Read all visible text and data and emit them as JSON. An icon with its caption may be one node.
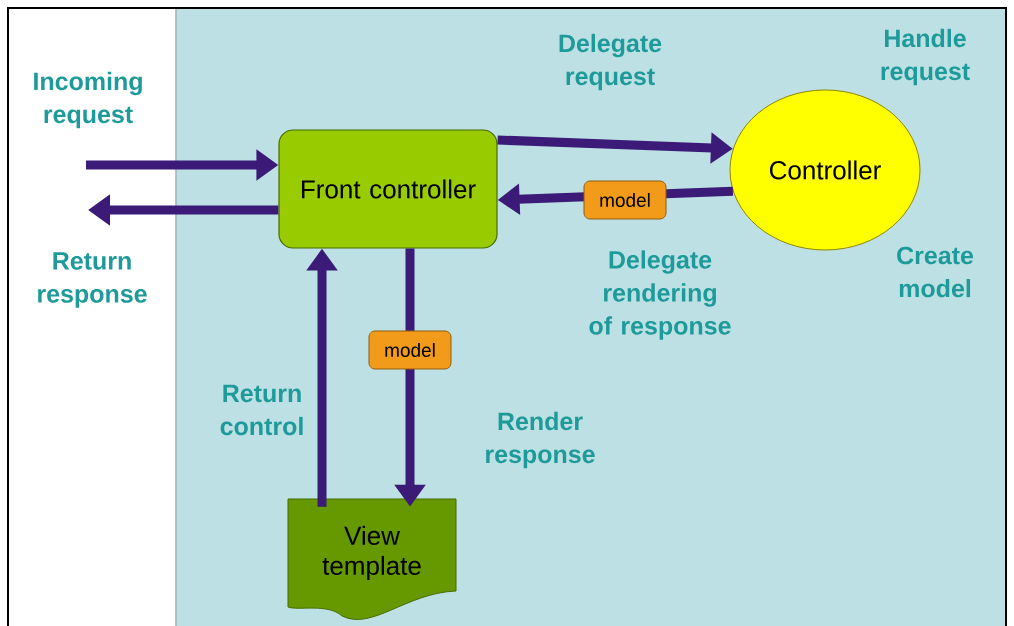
{
  "diagram": {
    "nodes": [
      {
        "text": [
          "Front controller"
        ]
      },
      {
        "text": [
          "Controller"
        ]
      },
      {
        "text": [
          "View template"
        ]
      }
    ],
    "edges": [
      {
        "from": null,
        "to": 0,
        "arrow": "to"
      },
      {
        "from": 0,
        "to": null,
        "arrow": "to"
      },
      {
        "from": 0,
        "to": 1,
        "arrow": "to"
      },
      {
        "from": 1,
        "to": 0,
        "arrow": "to",
        "label": "model"
      },
      {
        "from": 0,
        "to": 2,
        "arrow": "to",
        "label": "model"
      },
      {
        "from": 2,
        "to": 0,
        "arrow": "to"
      }
    ],
    "labels": [
      "Delegate request",
      "Handle request",
      "Incoming request",
      "Return response",
      "Create model",
      "Delegate rendering of response",
      "Return control",
      "Render response"
    ]
  }
}
